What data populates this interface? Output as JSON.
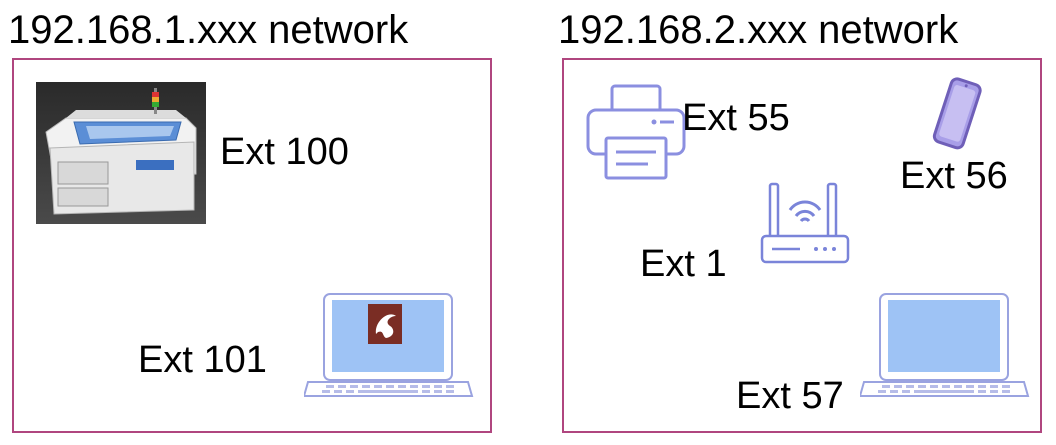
{
  "colors": {
    "network_border": "#b0467f",
    "icon_stroke": "#7a84d9",
    "laptop_screen": "#9ec3f5",
    "phone_body": "#8f86d8"
  },
  "networks": [
    {
      "title": "192.168.1.xxx network",
      "devices": [
        {
          "icon": "laser-engraver-photo",
          "label": "Ext 100"
        },
        {
          "icon": "laptop-with-app-logo-icon",
          "label": "Ext 101"
        }
      ]
    },
    {
      "title": "192.168.2.xxx network",
      "devices": [
        {
          "icon": "printer-icon",
          "label": "Ext 55"
        },
        {
          "icon": "smartphone-icon",
          "label": "Ext 56"
        },
        {
          "icon": "router-icon",
          "label": "Ext 1"
        },
        {
          "icon": "laptop-icon",
          "label": "Ext 57"
        }
      ]
    }
  ]
}
